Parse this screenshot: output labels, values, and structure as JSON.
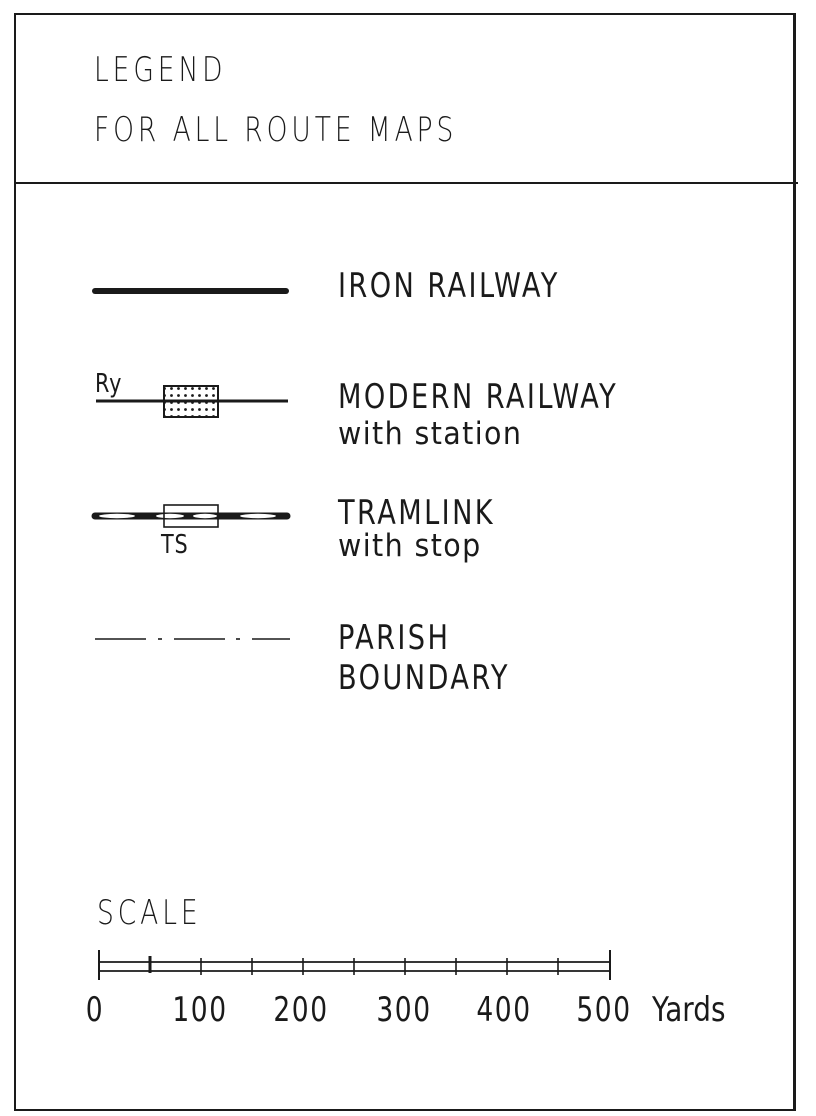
{
  "header": {
    "line1": "LEGEND",
    "line2": "FOR ALL ROUTE MAPS"
  },
  "legend": {
    "iron_railway": {
      "label": "IRON RAILWAY"
    },
    "modern_railway": {
      "label": "MODERN RAILWAY",
      "sublabel": "with station",
      "symbol_text": "Ry"
    },
    "tramlink": {
      "label": "TRAMLINK",
      "sublabel": "with stop",
      "symbol_text": "TS"
    },
    "parish_boundary": {
      "label_line1": "PARISH",
      "label_line2": "BOUNDARY"
    }
  },
  "scale": {
    "title": "SCALE",
    "ticks": [
      "0",
      "100",
      "200",
      "300",
      "400",
      "500"
    ],
    "units": "Yards",
    "max_value": 500,
    "minor_step": 50
  },
  "colors": {
    "ink": "#1a1a1a",
    "paper": "#ffffff"
  }
}
